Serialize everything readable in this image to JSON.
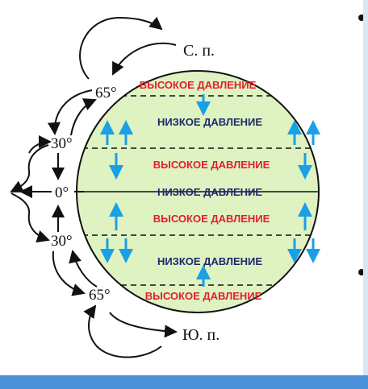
{
  "poles": {
    "north": "С. п.",
    "south": "Ю. п."
  },
  "latitudes": {
    "lat65n": "65°",
    "lat30n": "30°",
    "lat0": "0°",
    "lat30s": "30°",
    "lat65s": "65°"
  },
  "belts": {
    "high_north": "ВЫСОКОЕ ДАВЛЕНИЕ",
    "low_north": "НИЗКОЕ ДАВЛЕНИЕ",
    "high_subtrop_north": "ВЫСОКОЕ ДАВЛЕНИЕ",
    "low_equator": "НИЗКОЕ ДАВЛЕНИЕ",
    "high_subtrop_south": "ВЫСОКОЕ ДАВЛЕНИЕ",
    "low_south": "НИЗКОЕ ДАВЛЕНИЕ",
    "high_south": "ВЫСОКОЕ ДАВЛЕНИЕ"
  },
  "colors": {
    "globe_fill": "#dff2c2",
    "high_text": "#e0202a",
    "low_text": "#1a2a6c",
    "arrow_blue": "#1aa0e6",
    "line": "#111111",
    "bottom_bar": "#4a90d9"
  }
}
